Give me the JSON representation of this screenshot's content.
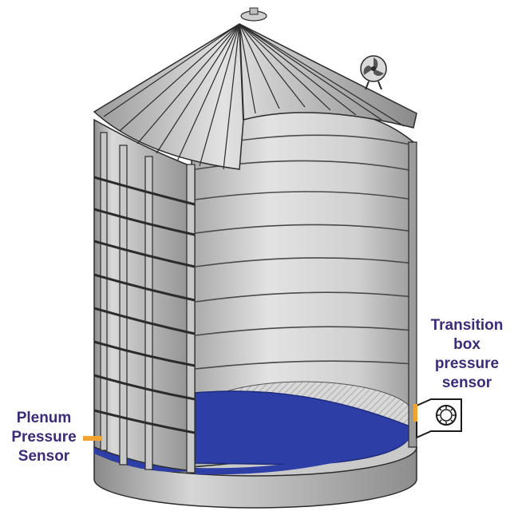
{
  "labels": {
    "plenum": [
      "Plenum",
      "Pressure",
      "Sensor"
    ],
    "transition": [
      "Transition",
      "box",
      "pressure",
      "sensor"
    ]
  },
  "colors": {
    "label_text": "#3b2b78",
    "sensor_marker": "#f2a431",
    "grain_floor": "#2d3fa6",
    "steel_light": "#e6e6e6",
    "steel_dark": "#7a7a7a",
    "outline": "#2b2b2b"
  },
  "icons": {
    "roof_fan": "fan-icon",
    "transition_sensor": "gauge-icon"
  }
}
